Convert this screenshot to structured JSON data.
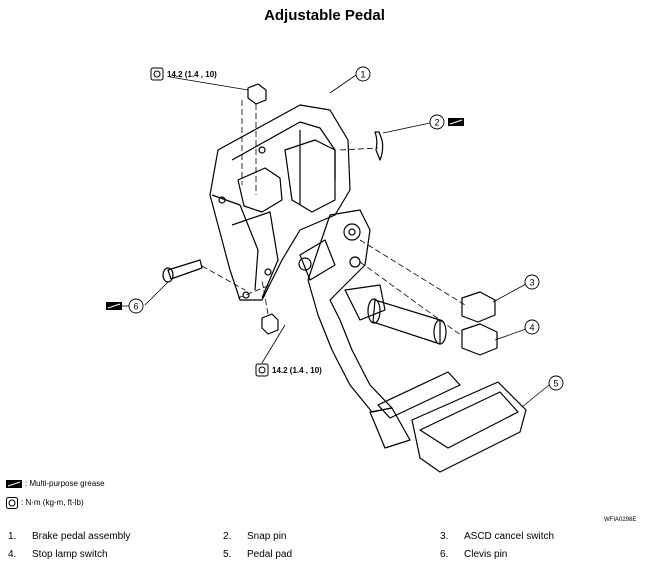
{
  "title": "Adjustable Pedal",
  "torque_top": "14.2 (1.4 , 10)",
  "torque_bottom": "14.2 (1.4 , 10)",
  "callouts": [
    "1",
    "2",
    "3",
    "4",
    "5",
    "6"
  ],
  "legend": {
    "grease": ": Multi-purpose grease",
    "torque_unit": ": N·m (kg-m, ft-lb)"
  },
  "figure_code": "WFIA0298E",
  "parts": [
    {
      "num": "1.",
      "name": "Brake pedal assembly"
    },
    {
      "num": "2.",
      "name": "Snap pin"
    },
    {
      "num": "3.",
      "name": "ASCD cancel switch"
    },
    {
      "num": "4.",
      "name": "Stop lamp switch"
    },
    {
      "num": "5.",
      "name": "Pedal pad"
    },
    {
      "num": "6.",
      "name": "Clevis pin"
    }
  ]
}
